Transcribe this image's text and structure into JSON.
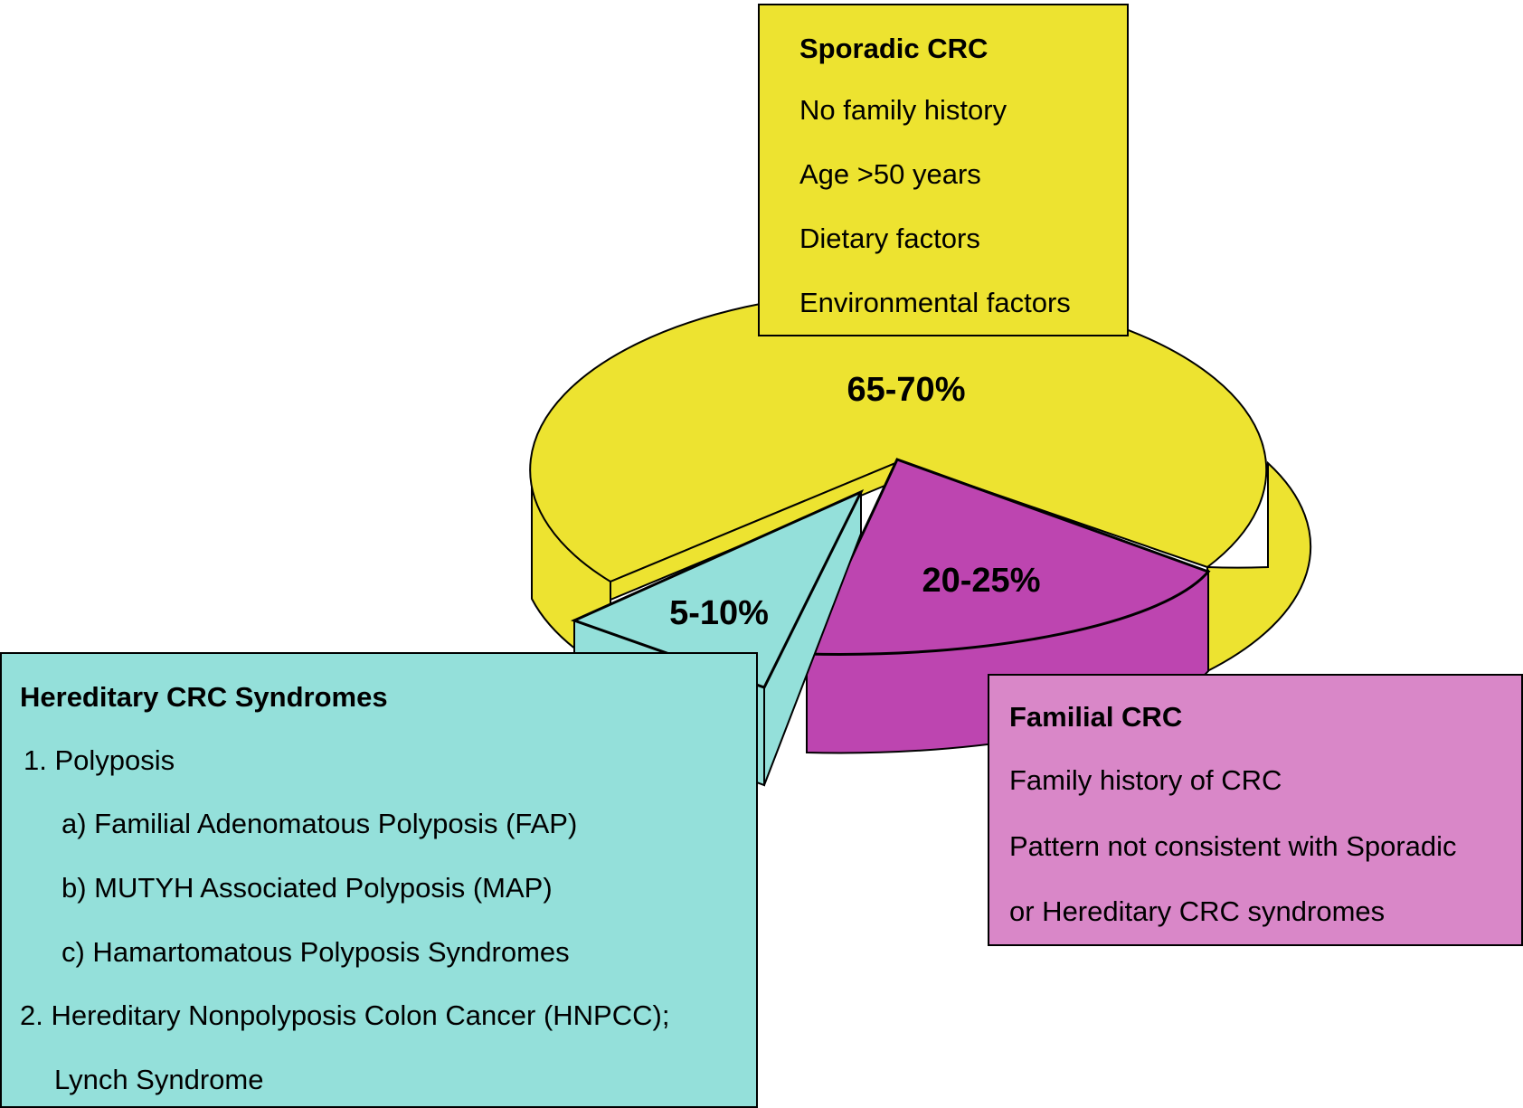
{
  "chart_data": {
    "type": "pie",
    "style": "3d-exploded",
    "slices": [
      {
        "key": "sporadic",
        "label": "65-70%",
        "range": [
          65,
          70
        ],
        "value": 67.5,
        "color": "#ede330"
      },
      {
        "key": "familial",
        "label": "20-25%",
        "range": [
          20,
          25
        ],
        "value": 22.5,
        "color": "#bd45b0"
      },
      {
        "key": "hereditary",
        "label": "5-10%",
        "range": [
          5,
          10
        ],
        "value": 7.5,
        "color": "#94e0da"
      }
    ],
    "callouts": {
      "sporadic": {
        "title": "Sporadic CRC",
        "lines": [
          "No family history",
          "Age >50 years",
          "Dietary factors",
          "Environmental factors"
        ],
        "color": "#ede330"
      },
      "hereditary": {
        "title": "Hereditary CRC Syndromes",
        "lines": [
          "1. Polyposis",
          "a) Familial Adenomatous Polyposis (FAP)",
          "b) MUTYH Associated Polyposis (MAP)",
          "c) Hamartomatous Polyposis Syndromes",
          "2. Hereditary Nonpolyposis Colon Cancer (HNPCC);",
          "Lynch Syndrome"
        ],
        "color": "#94e0da"
      },
      "familial": {
        "title": "Familial CRC",
        "lines": [
          "Family history of CRC",
          "Pattern not consistent with Sporadic",
          "or Hereditary CRC syndromes"
        ],
        "color": "#d987c8"
      }
    }
  }
}
